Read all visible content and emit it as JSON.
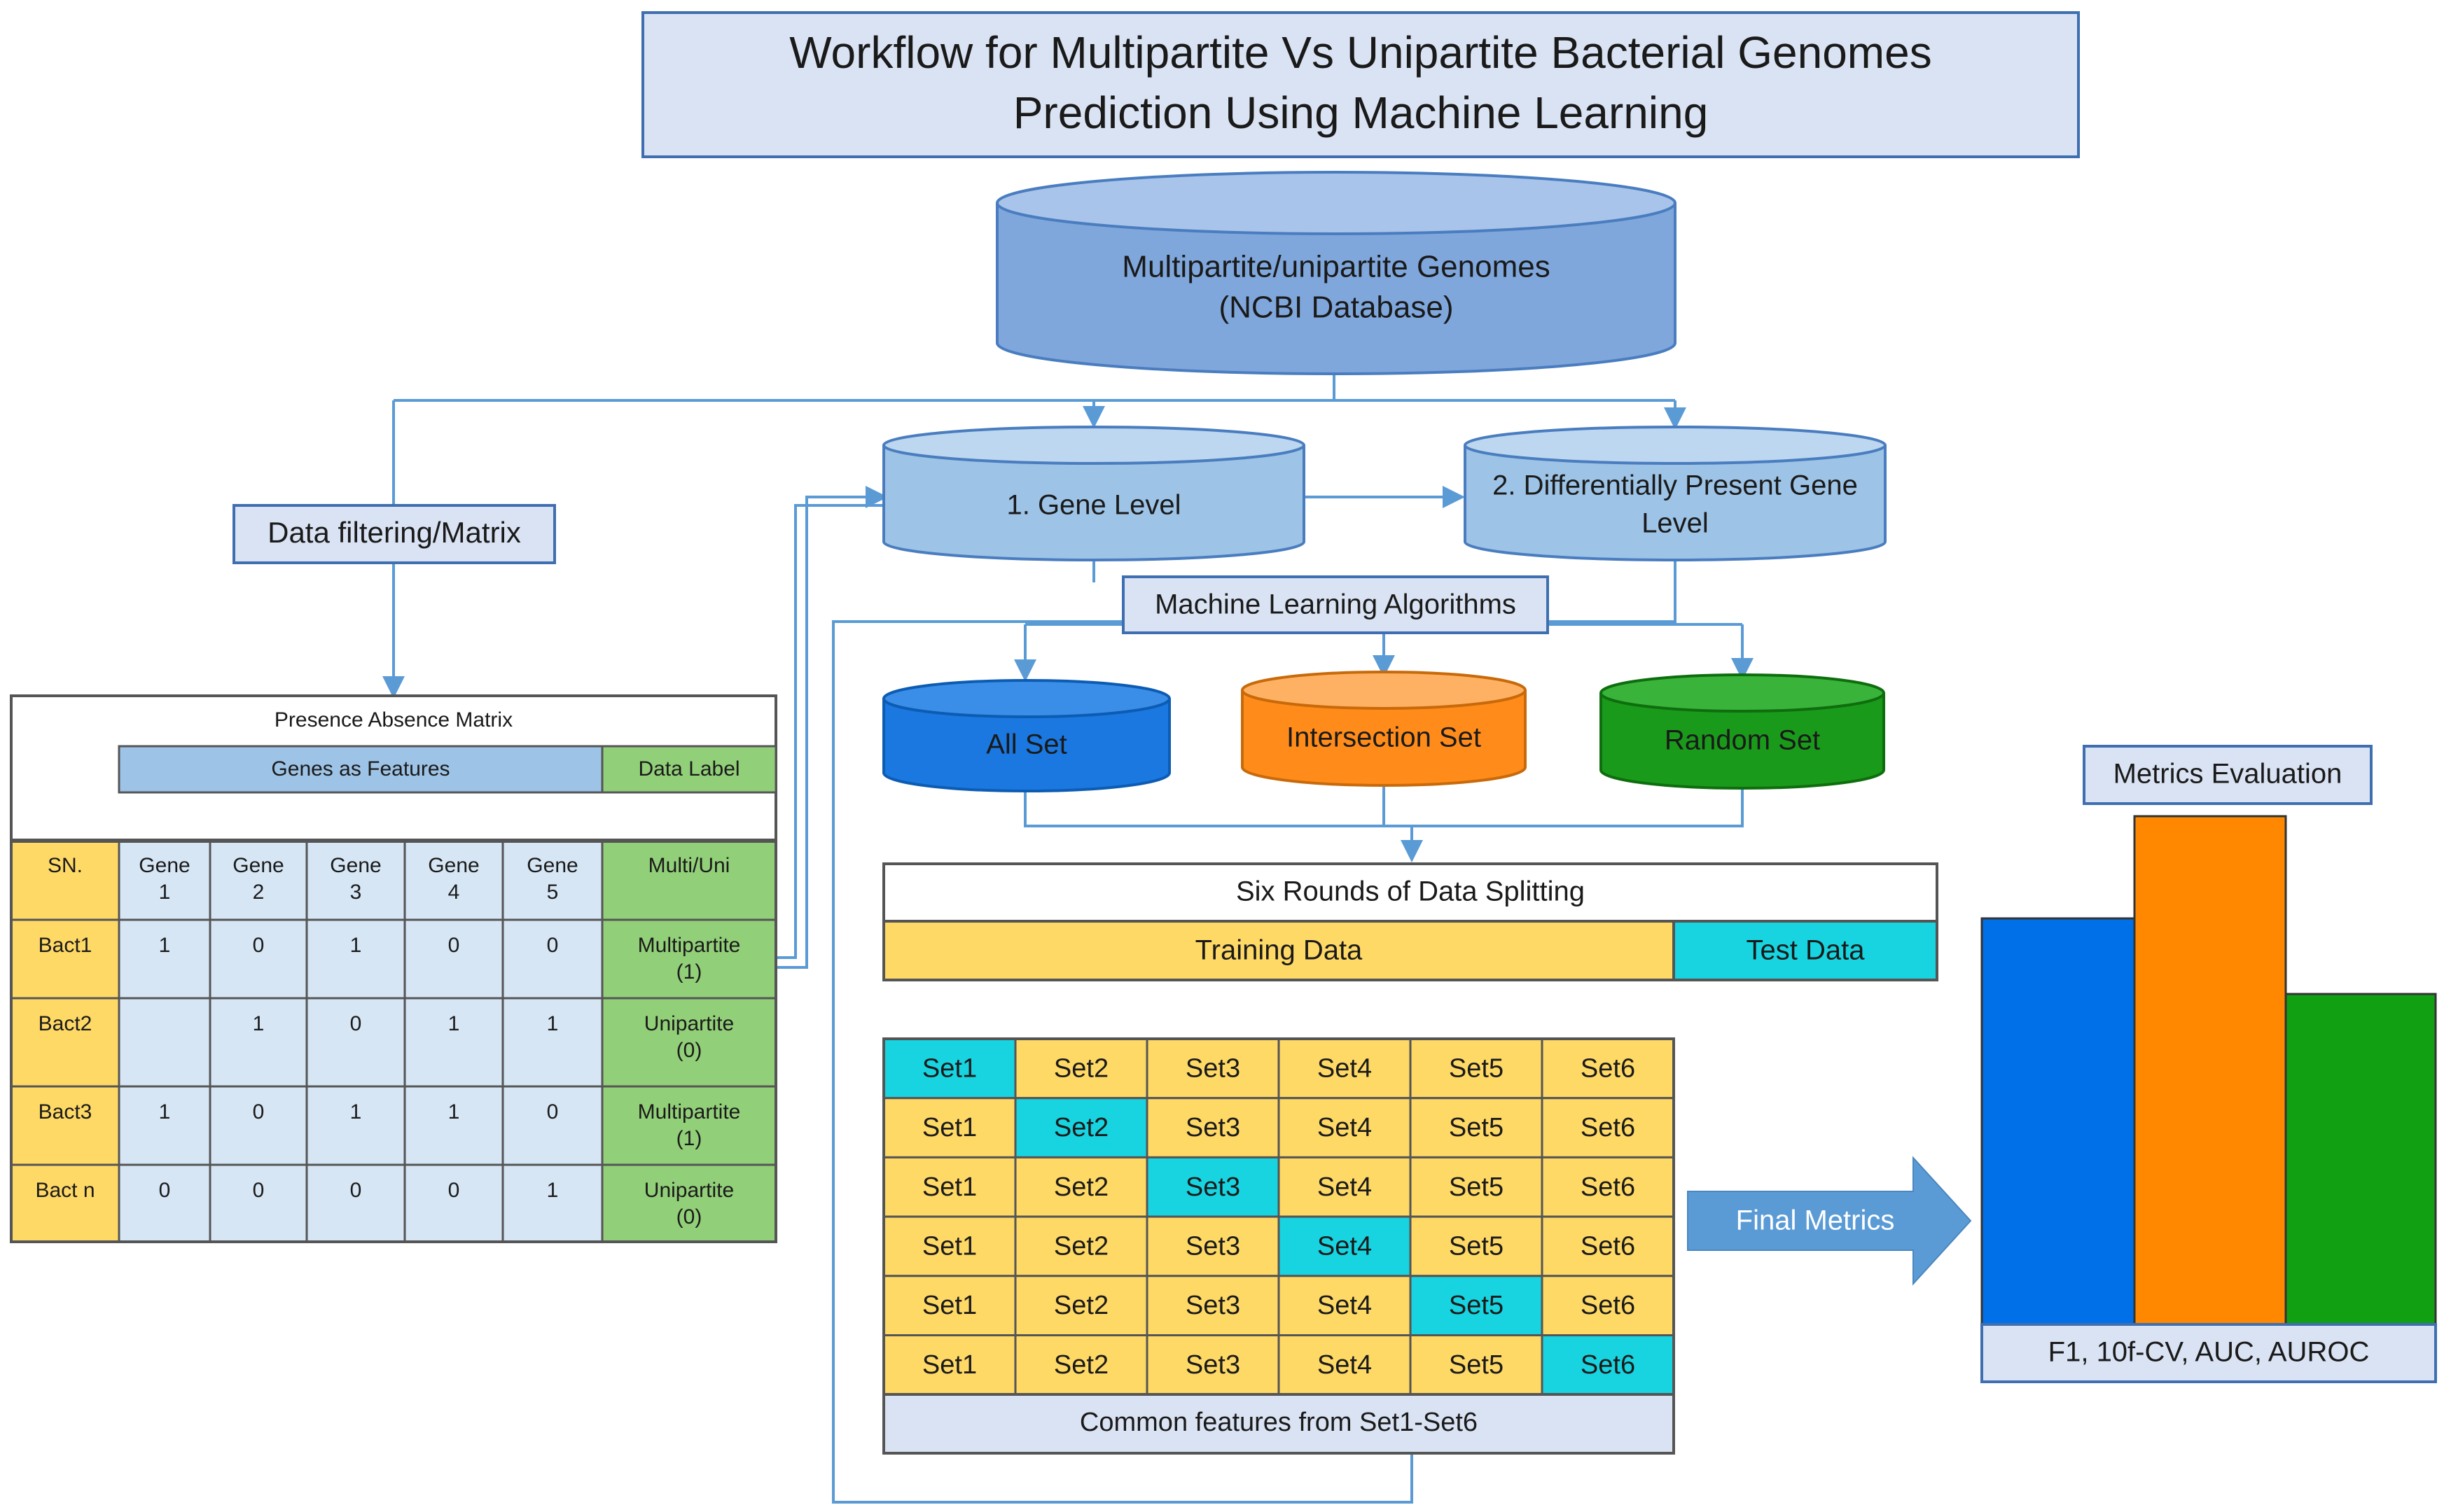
{
  "title": {
    "line1": "Workflow for Multipartite Vs Unipartite Bacterial Genomes",
    "line2": "Prediction Using Machine Learning"
  },
  "database": {
    "line1": "Multipartite/unipartite Genomes",
    "line2": "(NCBI Database)"
  },
  "data_filtering_label": "Data filtering/Matrix",
  "gene_level_label": "1. Gene Level",
  "diff_gene": {
    "line1": "2. Differentially Present Gene",
    "line2": "Level"
  },
  "ml_label": "Machine Learning Algorithms",
  "sets": {
    "all": "All Set",
    "intersection": "Intersection Set",
    "random": "Random Set"
  },
  "matrix": {
    "title": "Presence Absence Matrix",
    "genes_features": "Genes as Features",
    "data_label": "Data Label",
    "headers": [
      [
        "SN."
      ],
      [
        "Gene",
        "1"
      ],
      [
        "Gene",
        "2"
      ],
      [
        "Gene",
        "3"
      ],
      [
        "Gene",
        "4"
      ],
      [
        "Gene",
        "5"
      ],
      [
        "Multi/Uni"
      ]
    ],
    "rows": [
      {
        "sn": "Bact1",
        "values": [
          "1",
          "0",
          "1",
          "0",
          "0"
        ],
        "label": [
          "Multipartite",
          "(1)"
        ]
      },
      {
        "sn": "Bact2",
        "values": [
          "",
          "1",
          "0",
          "1",
          "1"
        ],
        "label": [
          "Unipartite",
          "(0)"
        ]
      },
      {
        "sn": "Bact3",
        "values": [
          "1",
          "0",
          "1",
          "1",
          "0"
        ],
        "label": [
          "Multipartite",
          "(1)"
        ]
      },
      {
        "sn": "Bact n",
        "values": [
          "0",
          "0",
          "0",
          "0",
          "1"
        ],
        "label": [
          "Unipartite",
          "(0)"
        ]
      }
    ]
  },
  "splitting": {
    "title": "Six Rounds of Data Splitting",
    "training": "Training Data",
    "test": "Test Data"
  },
  "grid": {
    "labels": [
      "Set1",
      "Set2",
      "Set3",
      "Set4",
      "Set5",
      "Set6"
    ],
    "footer": "Common features from Set1-Set6"
  },
  "final_metrics": "Final Metrics",
  "metrics": {
    "title": "Metrics Evaluation",
    "footer": "F1, 10f-CV, AUC, AUROC"
  },
  "colors": {
    "title_fill": "#dae3f3",
    "db_fill": "#7fa7dc",
    "cyl_fill": "#9dc3e6",
    "all_set": "#1a78e0",
    "intersection_set": "#ff8c1a",
    "random_set": "#1a9a1a",
    "yellow": "#ffd966",
    "cyan": "#17d4e0",
    "green": "#92cf79",
    "light_blue": "#d6e6f5",
    "line": "#5b9bd5",
    "bar_blue": "#0070e8",
    "bar_orange": "#ff8800",
    "bar_green": "#11a011"
  }
}
